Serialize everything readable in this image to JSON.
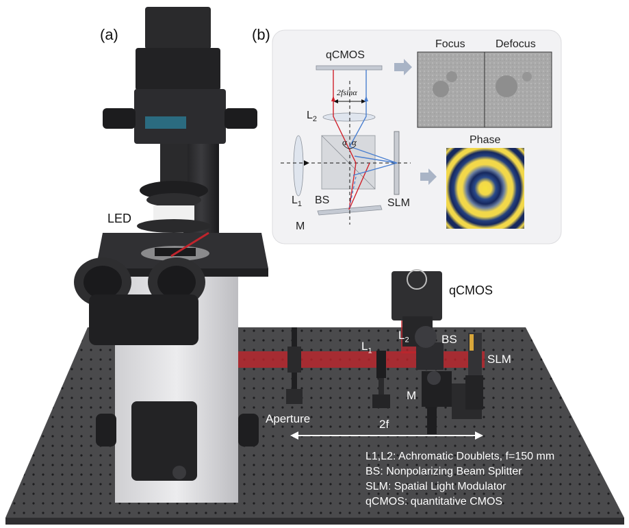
{
  "panel_labels": {
    "a": "(a)",
    "b": "(b)"
  },
  "photo_labels": {
    "led": "LED",
    "qcmos": "qCMOS",
    "l2_letter": "L",
    "l2_sub": "2",
    "bs": "BS",
    "l1_letter": "L",
    "l1_sub": "1",
    "slm": "SLM",
    "m": "M",
    "aperture": "Aperture",
    "two_f": "2f"
  },
  "inset": {
    "qcmos": "qCMOS",
    "two_f_sin_alpha": "2fsinα",
    "l2_letter": "L",
    "l2_sub": "2",
    "alpha_left": "α",
    "alpha_right": "α",
    "l1_letter": "L",
    "l1_sub": "1",
    "bs": "BS",
    "slm": "SLM",
    "m": "M",
    "focus": "Focus",
    "defocus": "Defocus",
    "phase": "Phase"
  },
  "legend": [
    "L1,L2: Achromatic Doublets, f=150 mm",
    "BS: Nonpolarizing Beam Splitter",
    "SLM: Spatial Light Modulator",
    "qCMOS: quantitative CMOS"
  ],
  "colors": {
    "table": "#4a4a4c",
    "beam": "#c0242c",
    "ray_red": "#d0202a",
    "ray_blue": "#4a7fd0",
    "phase_yellow": "#f2d84a",
    "phase_navy": "#16285e",
    "inset_bg": "#f2f2f4"
  }
}
